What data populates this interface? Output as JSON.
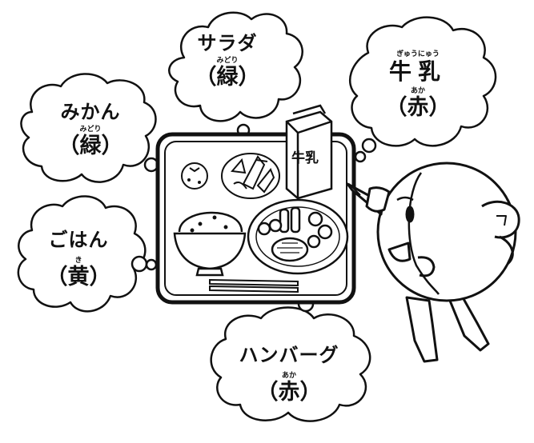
{
  "bubbles": {
    "salad": {
      "name": "サラダ",
      "ruby": "みどり",
      "group": "（緑）"
    },
    "mikan": {
      "name": "みかん",
      "ruby": "みどり",
      "group": "（緑）"
    },
    "gohan": {
      "name": "ごはん",
      "ruby": "き",
      "group": "（黄）"
    },
    "milk": {
      "ruby": "ぎゅうにゅう",
      "name": "牛乳",
      "group_ruby": "あか",
      "group": "（赤）"
    },
    "hamburg": {
      "name": "ハンバーグ",
      "ruby": "あか",
      "group": "（赤）"
    }
  },
  "milk_carton_label": "牛乳"
}
